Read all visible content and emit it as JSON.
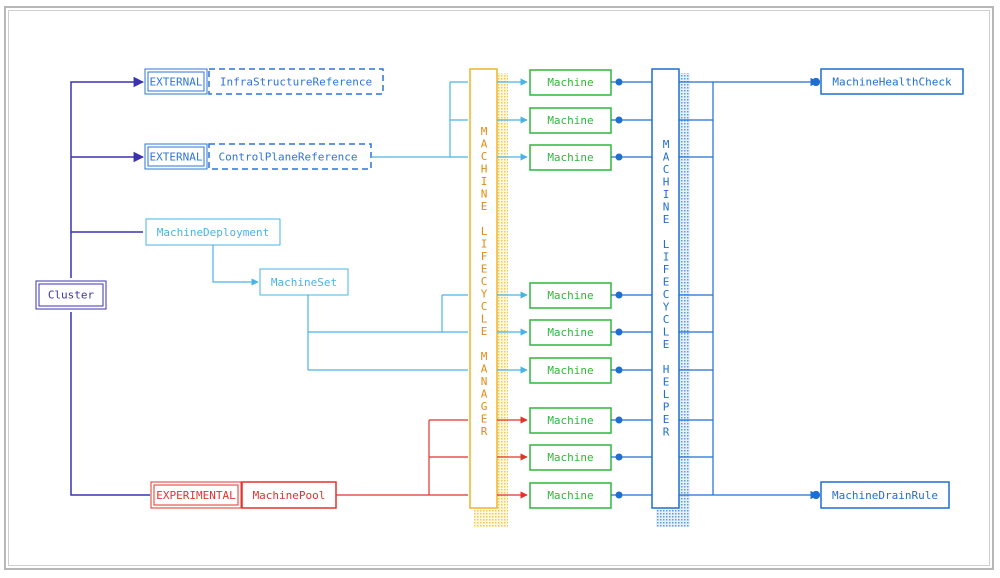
{
  "colors": {
    "cluster": "#3b32b0",
    "external": "#2f74d8",
    "deployment": "#49b3e8",
    "machine": "#2eb83a",
    "experimental": "#e2332b",
    "manager": "#f0b429",
    "manager_text": "#e38a13",
    "helper": "#1f6fd1"
  },
  "nodes": {
    "cluster": "Cluster",
    "external_1": "EXTERNAL",
    "infra_ref": "InfraStructureReference",
    "external_2": "EXTERNAL",
    "control_plane_ref": "ControlPlaneReference",
    "machine_deployment": "MachineDeployment",
    "machine_set": "MachineSet",
    "experimental": "EXPERIMENTAL",
    "machine_pool": "MachinePool",
    "health_check": "MachineHealthCheck",
    "drain_rule": "MachineDrainRule"
  },
  "machines": [
    "Machine",
    "Machine",
    "Machine",
    "Machine",
    "Machine",
    "Machine",
    "Machine",
    "Machine",
    "Machine"
  ],
  "manager_letters": [
    "M",
    "A",
    "C",
    "H",
    "I",
    "N",
    "E",
    "",
    "L",
    "I",
    "F",
    "E",
    "C",
    "Y",
    "C",
    "L",
    "E",
    "",
    "M",
    "A",
    "N",
    "A",
    "G",
    "E",
    "R"
  ],
  "helper_letters": [
    "M",
    "A",
    "C",
    "H",
    "I",
    "N",
    "E",
    "",
    "L",
    "I",
    "F",
    "E",
    "C",
    "Y",
    "C",
    "L",
    "E",
    "",
    "H",
    "E",
    "L",
    "P",
    "E",
    "R"
  ]
}
